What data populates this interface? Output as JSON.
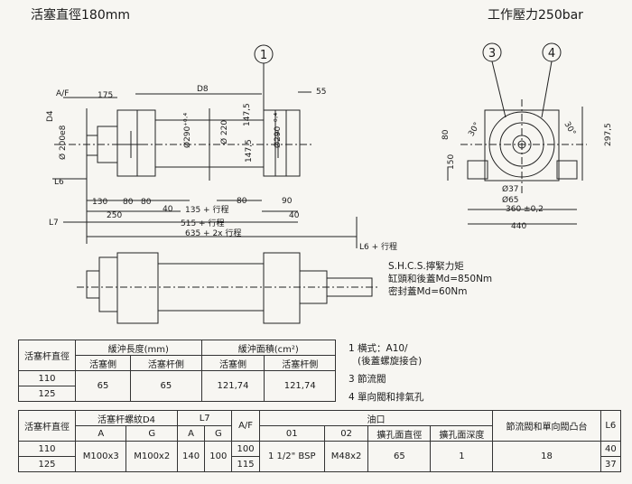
{
  "header": {
    "left_title": "活塞直徑180mm",
    "right_title": "工作壓力250bar"
  },
  "callouts": {
    "c1": "1",
    "c3": "3",
    "c4": "4"
  },
  "dims_top": {
    "af": "A/F",
    "d4": "D4",
    "d200": "Ø 200e8",
    "l6": "L6",
    "l7": "L7",
    "d175": "175",
    "d8": "D8",
    "d55": "55",
    "d220": "Ø 220",
    "d290a": "Ø290⁺⁰·⁴",
    "d290b": "Ø290⁻⁰·⁴",
    "d147a": "147,5",
    "d147b": "147,5",
    "d130": "130",
    "d80a": "80",
    "d80b": "80",
    "d40a": "40",
    "d250": "250",
    "d80c": "80",
    "d90": "90",
    "d40b": "40",
    "d135": "135 + 行程",
    "d515": "515 + 行程",
    "d635": "635 + 2x 行程",
    "l6s": "L6 + 行程"
  },
  "dims_right": {
    "a30l": "30°",
    "a30r": "30°",
    "d80": "80",
    "d150": "150",
    "d2975": "297,5",
    "d37": "Ø37",
    "d65": "Ø65",
    "d360": "360 ±0,2",
    "d440": "440"
  },
  "torque": {
    "l1": "S.H.C.S.擰緊力矩",
    "l2": "缸頭和後蓋Md=850Nm",
    "l3": "密封蓋Md=60Nm"
  },
  "table1": {
    "h_rod": "活塞杆直徑",
    "h_len": "緩沖長度(mm)",
    "h_area": "緩沖面積(cm²)",
    "s_piston": "活塞側",
    "s_rod": "活塞杆側",
    "s_piston2": "活塞側",
    "s_rod2": "活塞杆側",
    "r1": "110",
    "r2": "125",
    "v1": "65",
    "v2": "65",
    "v3": "121,74",
    "v4": "121,74"
  },
  "notes": {
    "n1": "1 横式：A10/",
    "n1b": "(後蓋螺旋接合)",
    "n3": "3 節流閥",
    "n4": "4 單向閥和排氣孔"
  },
  "table2": {
    "h_rod": "活塞杆直徑",
    "h_thread": "活塞杆螺紋D4",
    "h_l7": "L7",
    "h_af": "A/F",
    "h_port": "油口",
    "h_valve": "節流閥和單向閥凸台",
    "h_l6": "L6",
    "s_a": "A",
    "s_g": "G",
    "s_a2": "A",
    "s_g2": "G",
    "s_01": "01",
    "s_02": "02",
    "s_dia": "擴孔面直徑",
    "s_depth": "擴孔面深度",
    "r1": "110",
    "r2": "125",
    "v_a": "M100x3",
    "v_g": "M100x2",
    "v_l7a": "140",
    "v_l7g": "100",
    "v_af1": "100",
    "v_af2": "115",
    "v_01": "1 1/2\" BSP",
    "v_02": "M48x2",
    "v_dia": "65",
    "v_depth": "1",
    "v_valve": "18",
    "v_l6a": "40",
    "v_l6b": "37"
  }
}
